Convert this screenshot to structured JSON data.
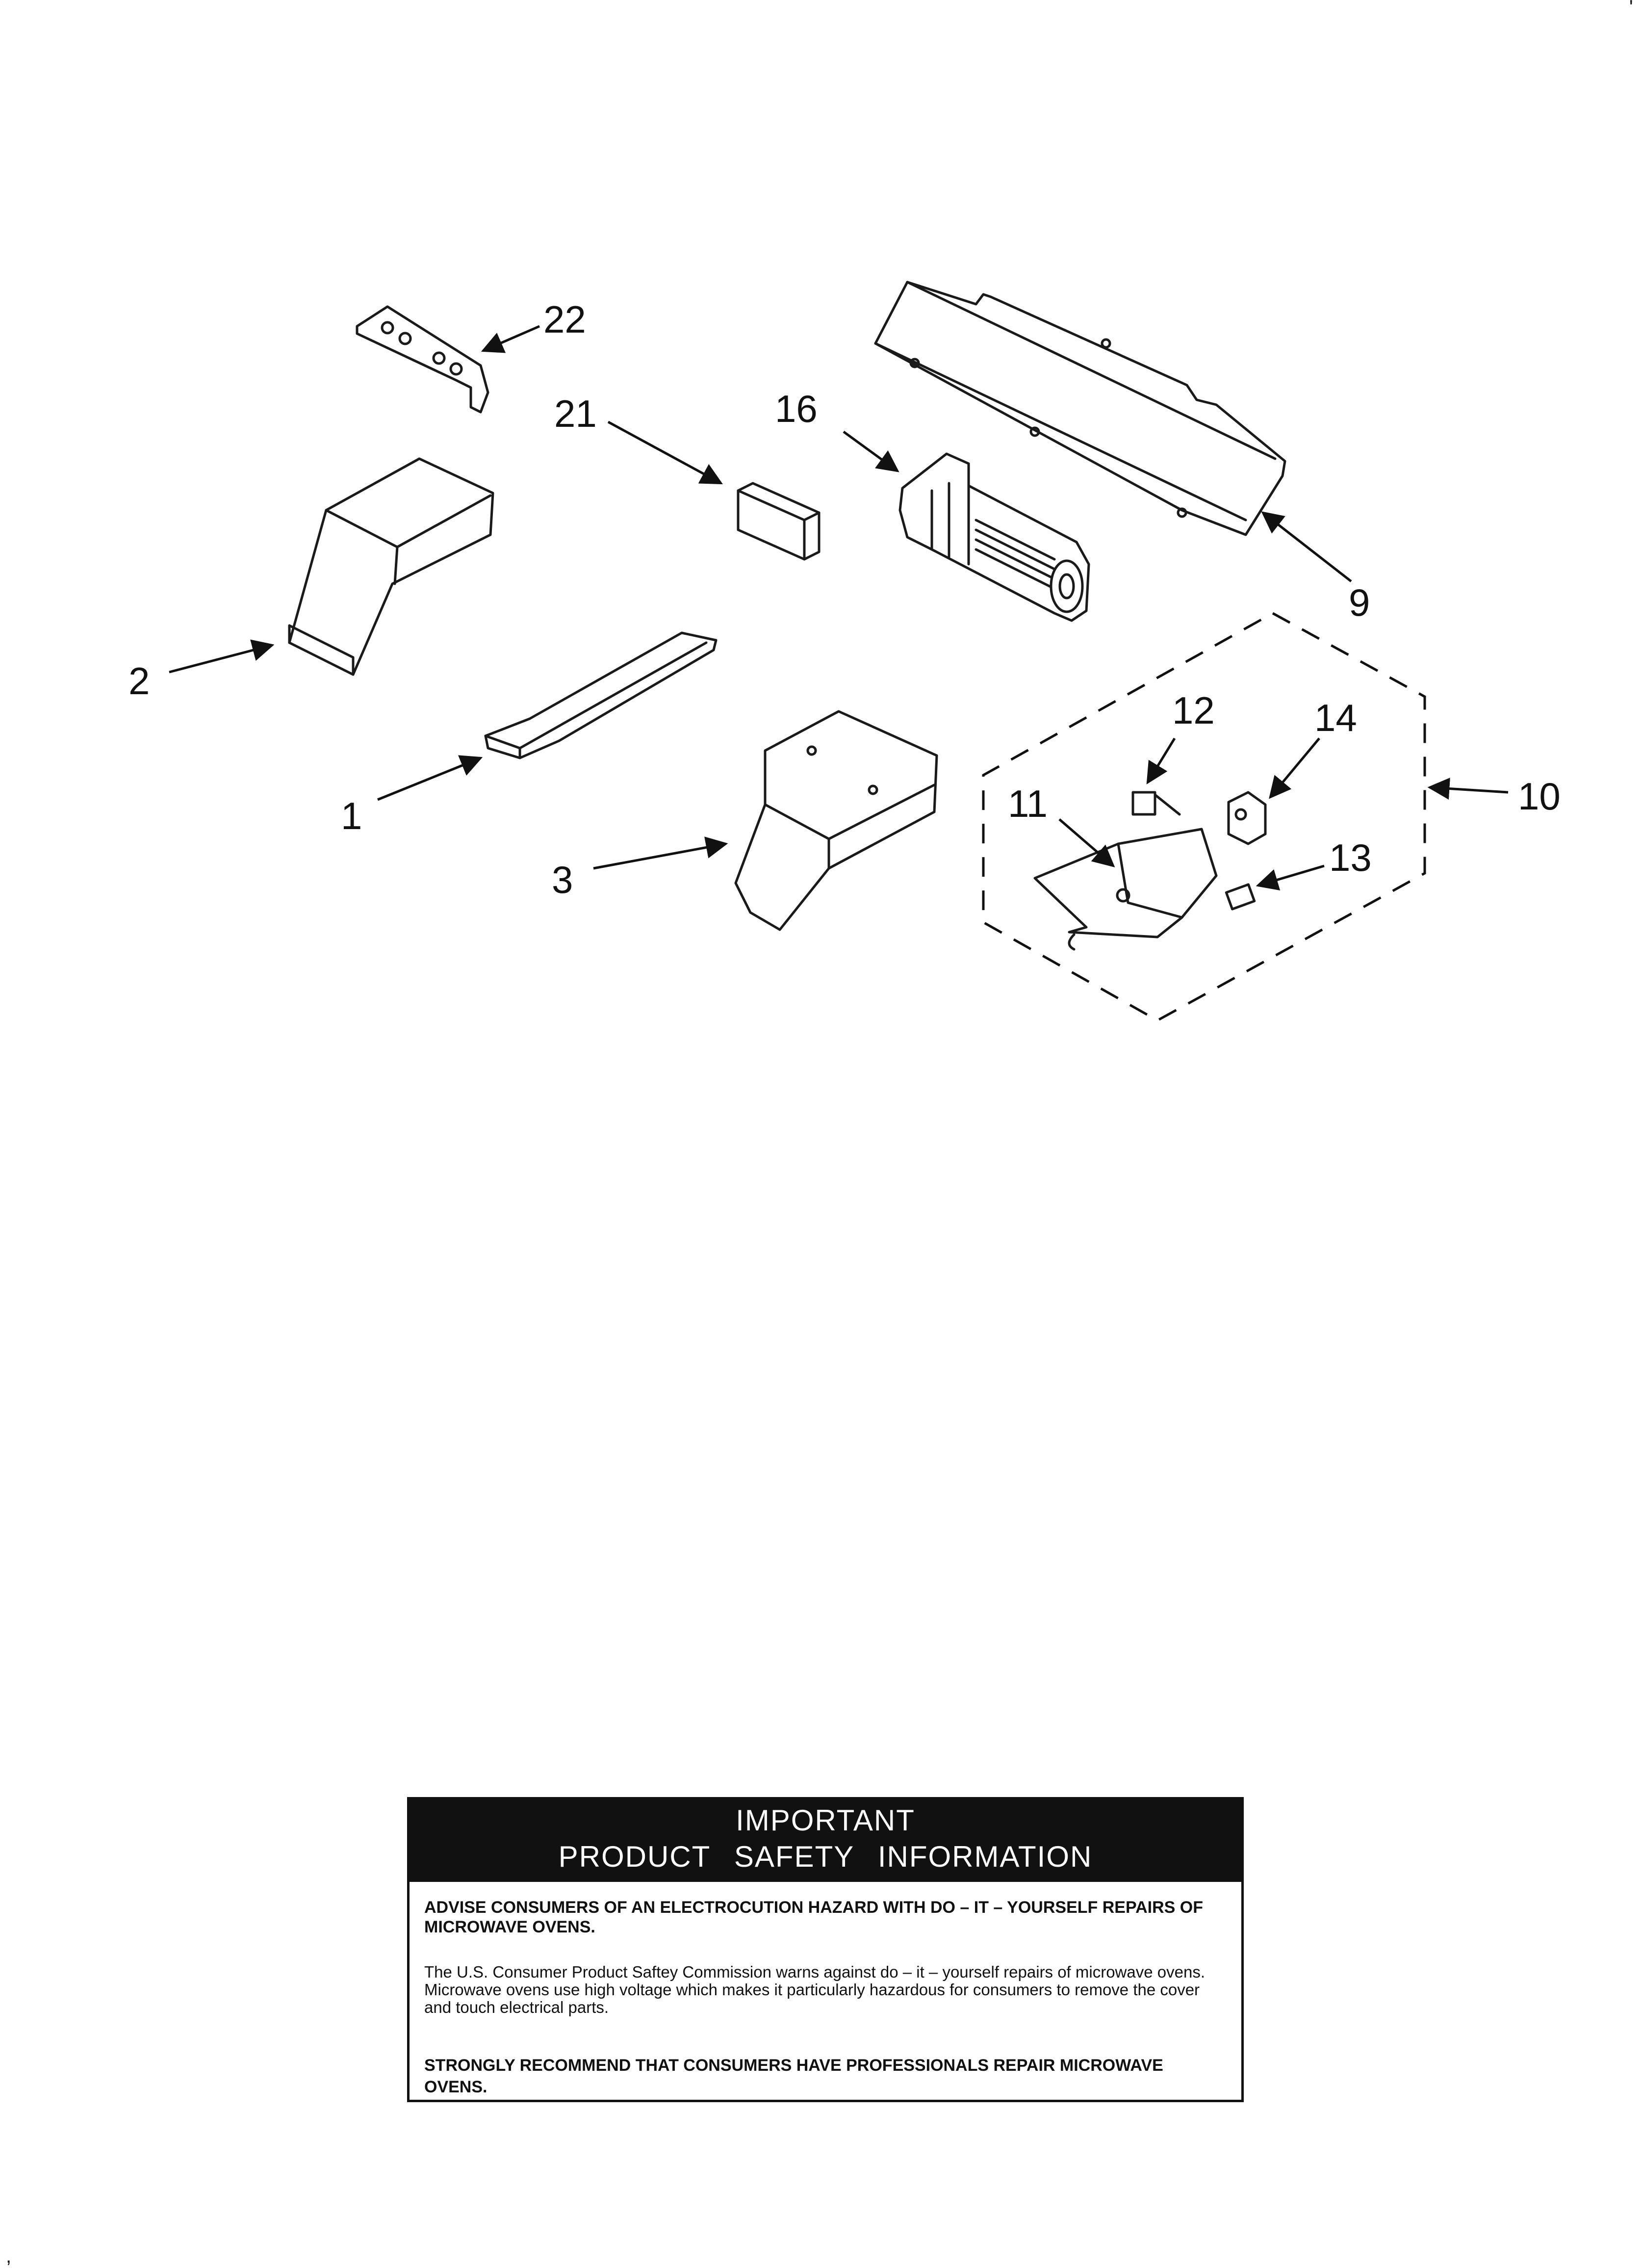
{
  "diagram": {
    "callouts": [
      "22",
      "21",
      "16",
      "9",
      "2",
      "1",
      "3",
      "10",
      "12",
      "11",
      "14",
      "13"
    ],
    "corner_marks": [
      "'",
      ","
    ]
  },
  "safety_notice": {
    "title_line1": "IMPORTANT",
    "title_line2": "PRODUCT SAFETY INFORMATION",
    "advise": "ADVISE CONSUMERS OF AN ELECTROCUTION HAZARD WITH DO – IT – YOURSELF REPAIRS OF MICROWAVE OVENS.",
    "commission_warning": "The U.S. Consumer Product Saftey Commission warns against do – it – yourself repairs of microwave ovens. Microwave ovens use high voltage which makes it particularly hazardous for consumers to remove the cover and touch electrical parts.",
    "recommend": "STRONGLY RECOMMEND THAT CONSUMERS HAVE PROFESSIONALS REPAIR MICROWAVE OVENS."
  }
}
